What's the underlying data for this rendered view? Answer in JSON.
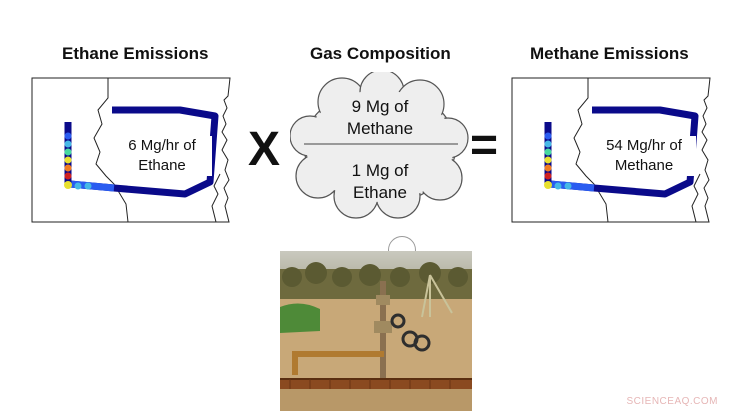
{
  "titles": {
    "left": "Ethane Emissions",
    "middle": "Gas Composition",
    "right": "Methane Emissions"
  },
  "left_map": {
    "label_line1": "6 Mg/hr of",
    "label_line2": "Ethane"
  },
  "right_map": {
    "label_line1": "54 Mg/hr of",
    "label_line2": "Methane"
  },
  "cloud": {
    "numerator_line1": "9 Mg of",
    "numerator_line2": "Methane",
    "denominator_line1": "1 Mg of",
    "denominator_line2": "Ethane"
  },
  "operators": {
    "multiply": "X",
    "equals": "="
  },
  "watermark": "SCIENCEAQ.COM",
  "colors": {
    "track_high": "#0a0a8a",
    "track_low": "#2a5cf0",
    "track_mid": "#46b8e6",
    "track_hot_yellow": "#e8e030",
    "track_hot_orange": "#f07a20",
    "track_hot_red": "#d02020"
  },
  "icons": [
    "flight-track-icon",
    "cloud-icon",
    "thought-bubble-icon",
    "wellhead-photo-icon"
  ]
}
